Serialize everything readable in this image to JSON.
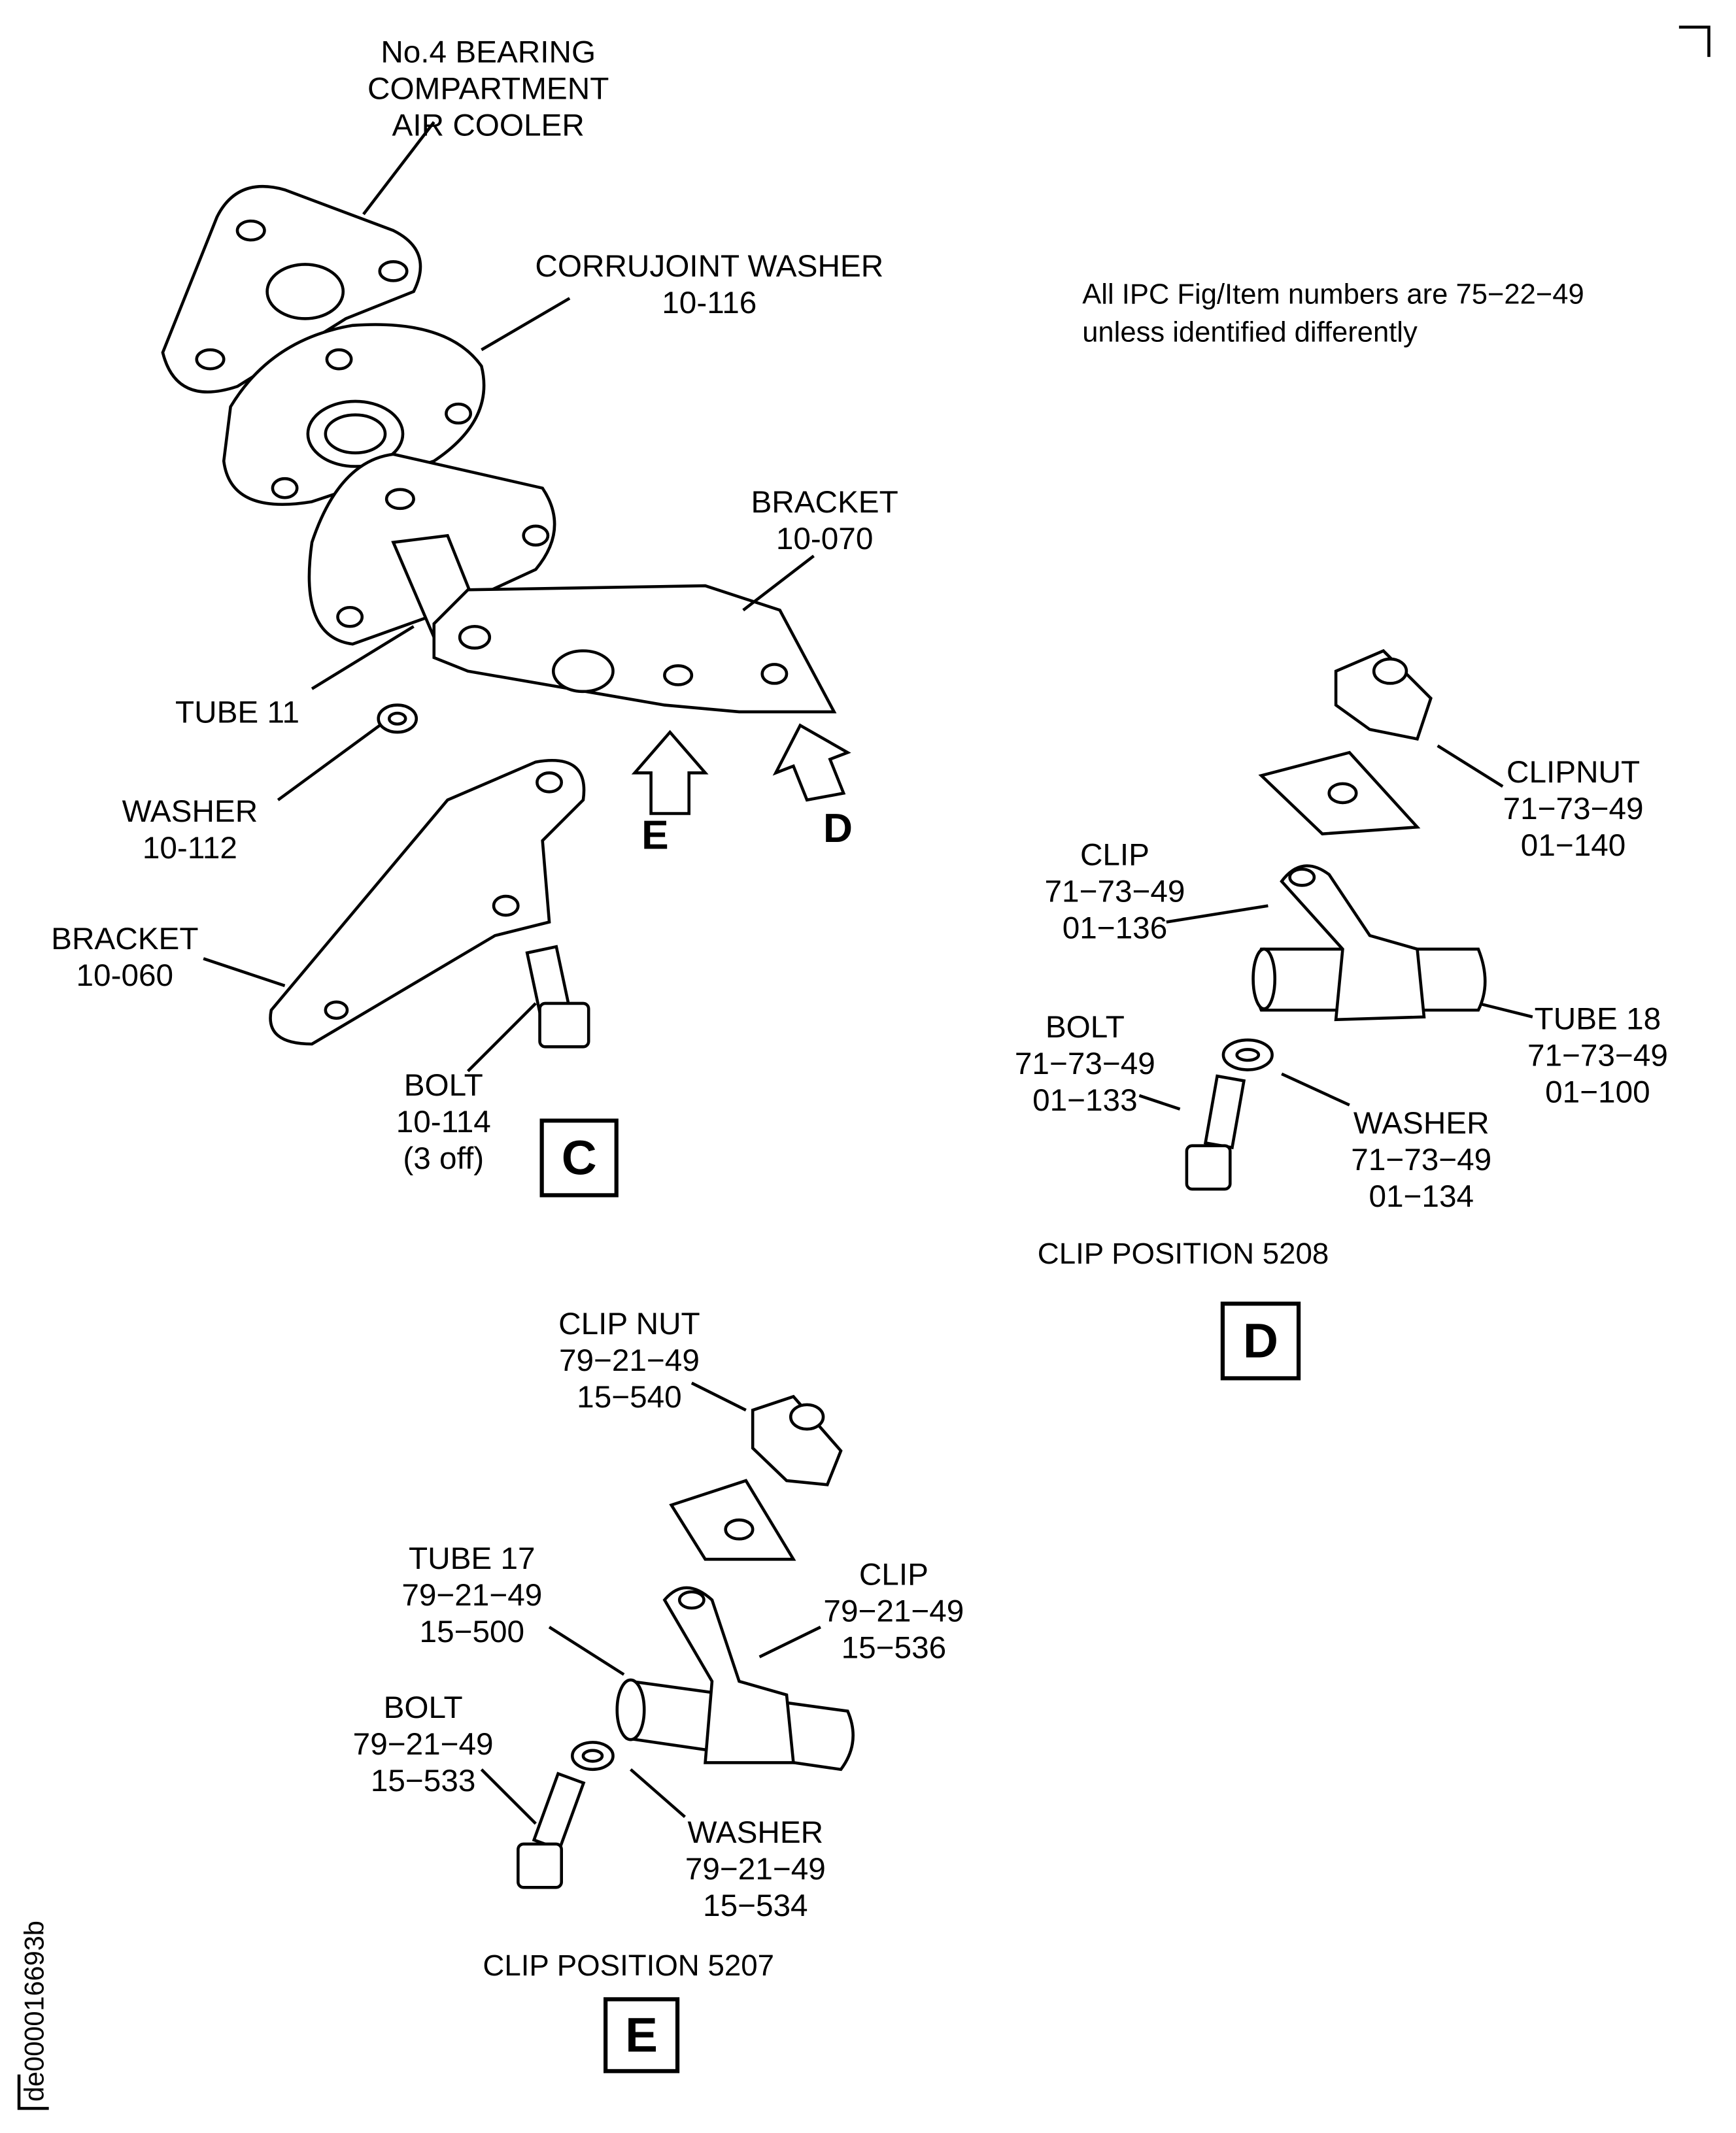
{
  "note": {
    "line1": "All IPC Fig/Item numbers are 75−22−49",
    "line2": "unless identified differently"
  },
  "view_c": {
    "air_cooler": [
      "No.4 BEARING",
      "COMPARTMENT",
      "AIR COOLER"
    ],
    "corrujoint_washer": [
      "CORRUJOINT WASHER",
      "10-116"
    ],
    "bracket_070": [
      "BRACKET",
      "10-070"
    ],
    "tube_11": [
      "TUBE 11"
    ],
    "washer_112": [
      "WASHER",
      "10-112"
    ],
    "bracket_060": [
      "BRACKET",
      "10-060"
    ],
    "bolt_114": [
      "BOLT",
      "10-114",
      "(3 off)"
    ],
    "arrow_e": "E",
    "arrow_d": "D",
    "view_letter": "C"
  },
  "view_d": {
    "clipnut": [
      "CLIPNUT",
      "71−73−49",
      "01−140"
    ],
    "clip": [
      "CLIP",
      "71−73−49",
      "01−136"
    ],
    "tube_18": [
      "TUBE 18",
      "71−73−49",
      "01−100"
    ],
    "bolt": [
      "BOLT",
      "71−73−49",
      "01−133"
    ],
    "washer": [
      "WASHER",
      "71−73−49",
      "01−134"
    ],
    "position": "CLIP POSITION 5208",
    "view_letter": "D"
  },
  "view_e": {
    "clip_nut": [
      "CLIP NUT",
      "79−21−49",
      "15−540"
    ],
    "tube_17": [
      "TUBE 17",
      "79−21−49",
      "15−500"
    ],
    "clip": [
      "CLIP",
      "79−21−49",
      "15−536"
    ],
    "bolt": [
      "BOLT",
      "79−21−49",
      "15−533"
    ],
    "washer": [
      "WASHER",
      "79−21−49",
      "15−534"
    ],
    "position": "CLIP POSITION 5207",
    "view_letter": "E"
  },
  "drawing_ref": "de000016693b"
}
